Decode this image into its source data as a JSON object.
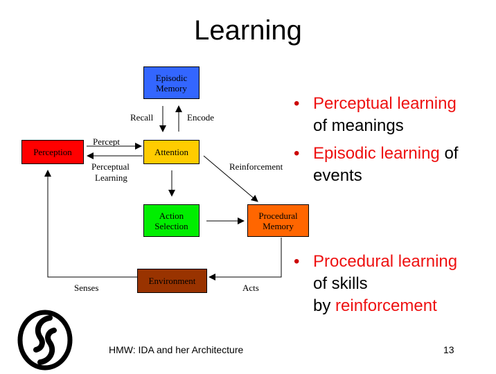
{
  "title": "Learning",
  "diagram": {
    "boxes": {
      "episodic_memory": {
        "line1": "Episodic",
        "line2": "Memory",
        "color": "#3366ff"
      },
      "perception": {
        "label": "Perception",
        "color": "#ff0000"
      },
      "attention": {
        "label": "Attention",
        "color": "#ffcc00"
      },
      "action_selection": {
        "line1": "Action",
        "line2": "Selection",
        "color": "#00ee00"
      },
      "procedural_memory": {
        "line1": "Procedural",
        "line2": "Memory",
        "color": "#ff6600"
      },
      "environment": {
        "label": "Environment",
        "color": "#993300"
      }
    },
    "labels": {
      "recall": "Recall",
      "encode": "Encode",
      "percept": "Percept",
      "perceptual_learning_1": "Perceptual",
      "perceptual_learning_2": "Learning",
      "reinforcement": "Reinforcement",
      "senses": "Senses",
      "acts": "Acts"
    }
  },
  "bullets": {
    "b1_red": "Perceptual learning",
    "b1_black": "of meanings",
    "b2_red": "Episodic learning",
    "b2_black1": " of",
    "b2_black2": "events",
    "b3_red": "Procedural learning",
    "b3_black1": "of skills",
    "b3_black2": "by ",
    "b3_red2": "reinforcement",
    "bullet_char": "•"
  },
  "footer": {
    "text": "HMW: IDA and her Architecture",
    "page": "13"
  },
  "colors": {
    "accent_red": "#ee1111"
  }
}
